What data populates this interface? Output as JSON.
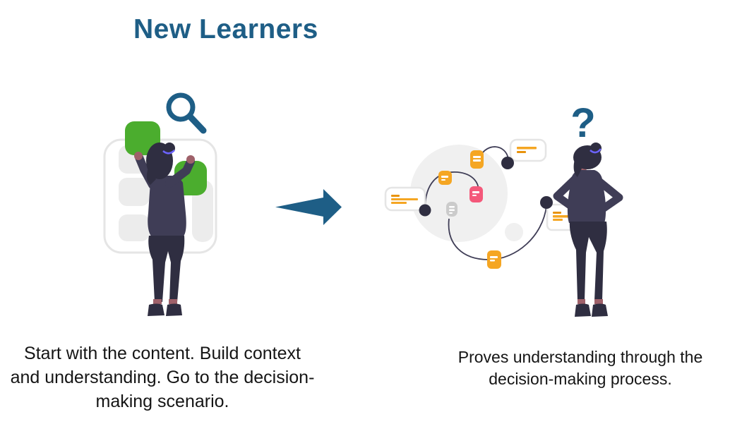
{
  "title": "New Learners",
  "left_panel": {
    "caption": "Start with the content. Build context and understanding. Go to the decision-making scenario.",
    "illustration": "person-exploring-content-board",
    "icons": [
      "search-icon",
      "content-board",
      "green-tile"
    ]
  },
  "arrow": {
    "direction": "right",
    "icon": "right-arrow-icon"
  },
  "right_panel": {
    "caption": "Proves understanding through the decision-making process.",
    "illustration": "person-facing-decision-process-map",
    "icons": [
      "question-mark-icon",
      "document-icon",
      "speech-bubble",
      "node-dot"
    ],
    "question_mark": "?"
  },
  "colors": {
    "teal": "#1E5E86",
    "green": "#4BAD2E",
    "orange": "#F5A623",
    "orange-dark": "#E8930C",
    "pink": "#F4587A",
    "doc-gray": "#CBCBCB",
    "navy": "#3F3D56",
    "navy-dark": "#2F2E41",
    "skin": "#9F616A",
    "circle-bg": "#F0F0F0",
    "tile-gray": "#ECECEC",
    "card-border": "#E5E5E5",
    "accent-purple": "#6C63FF",
    "text": "#151515"
  }
}
